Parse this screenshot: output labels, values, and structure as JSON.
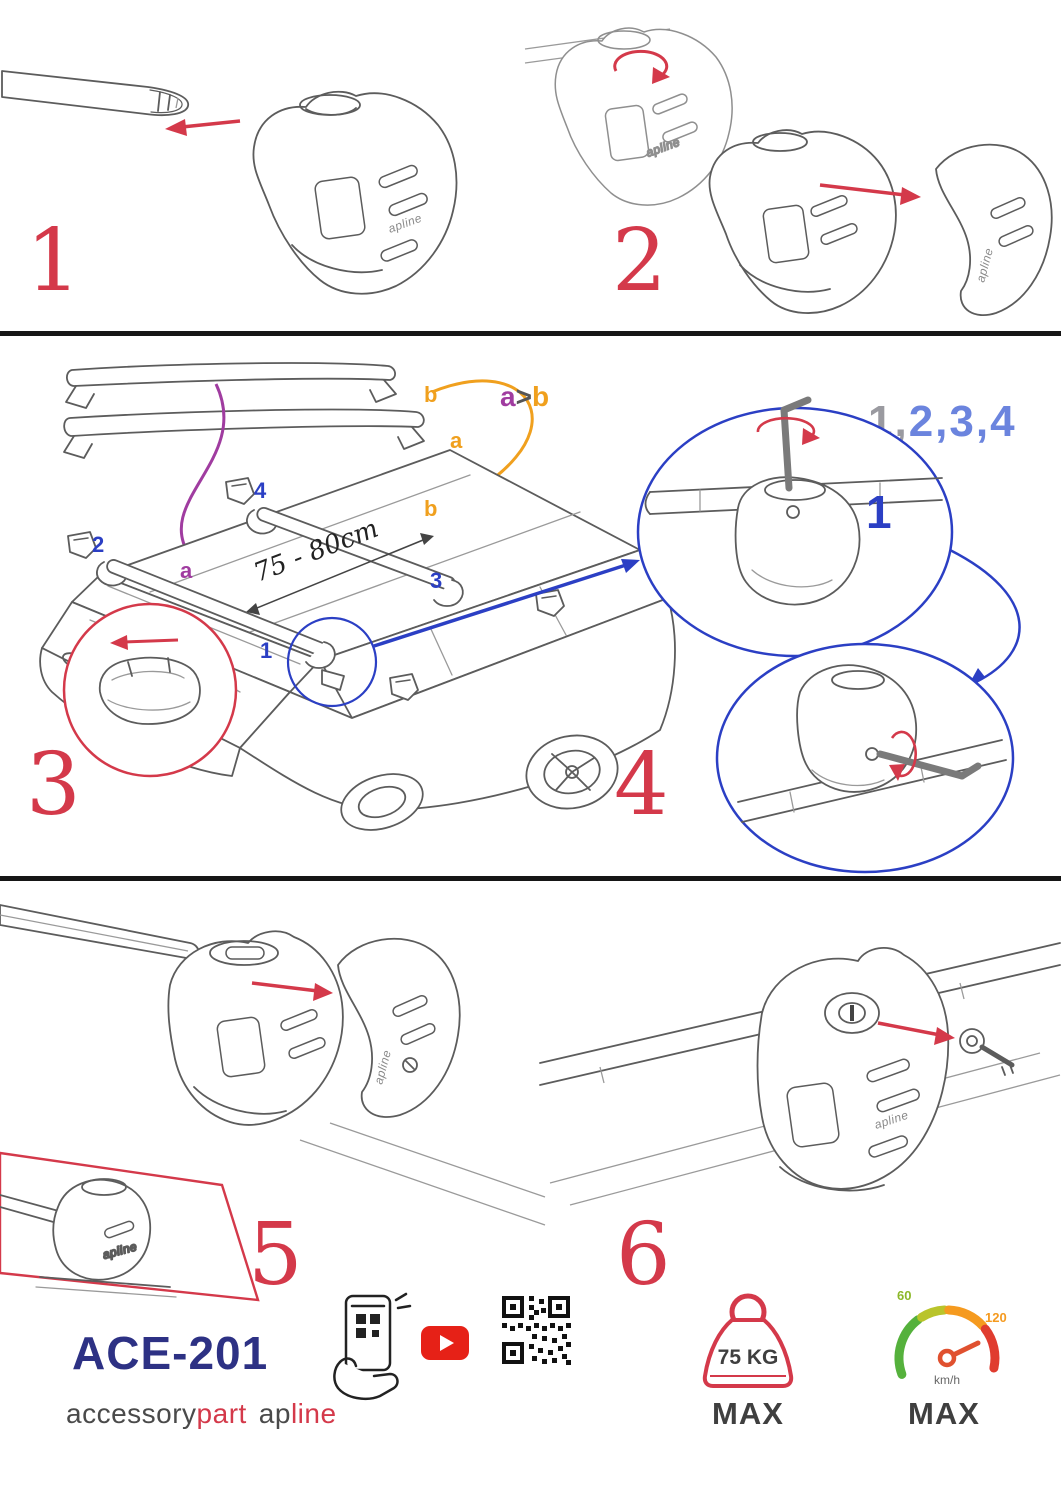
{
  "colors": {
    "red": "#d4394a",
    "blue": "#2b3fc4",
    "light_blue": "#6b84de",
    "gray": "#9a9aa0",
    "purple": "#a03ca0",
    "orange": "#f0a01e",
    "navy": "#2d3184",
    "dark": "#3f3f3f",
    "youtube_red": "#e62117",
    "green": "#55b13c"
  },
  "steps": {
    "s1": "1",
    "s2": "2",
    "s3": "3",
    "s4": "4",
    "s5": "5",
    "s6": "6"
  },
  "diagram": {
    "bar_label_top": "b",
    "bar_label_bottom": "a",
    "rule": {
      "a": "a",
      "gt": ">",
      "b": "b"
    },
    "sequence_gray": "1,",
    "sequence_blue": "2,3,4",
    "measurement": "75 - 80cm",
    "car_labels": {
      "n1": "1",
      "n2": "2",
      "n3": "3",
      "n4": "4",
      "a": "a",
      "b": "b"
    },
    "detail_label": "1",
    "brand_small": "apline"
  },
  "footer": {
    "model": "ACE-201",
    "brand": {
      "accessory": "accessory",
      "part": "part",
      "ap": "ap",
      "line": "line"
    },
    "weight": {
      "value": "75 KG",
      "max": "MAX"
    },
    "speed": {
      "v60": "60",
      "v120": "120",
      "unit": "km/h",
      "max": "MAX"
    }
  }
}
